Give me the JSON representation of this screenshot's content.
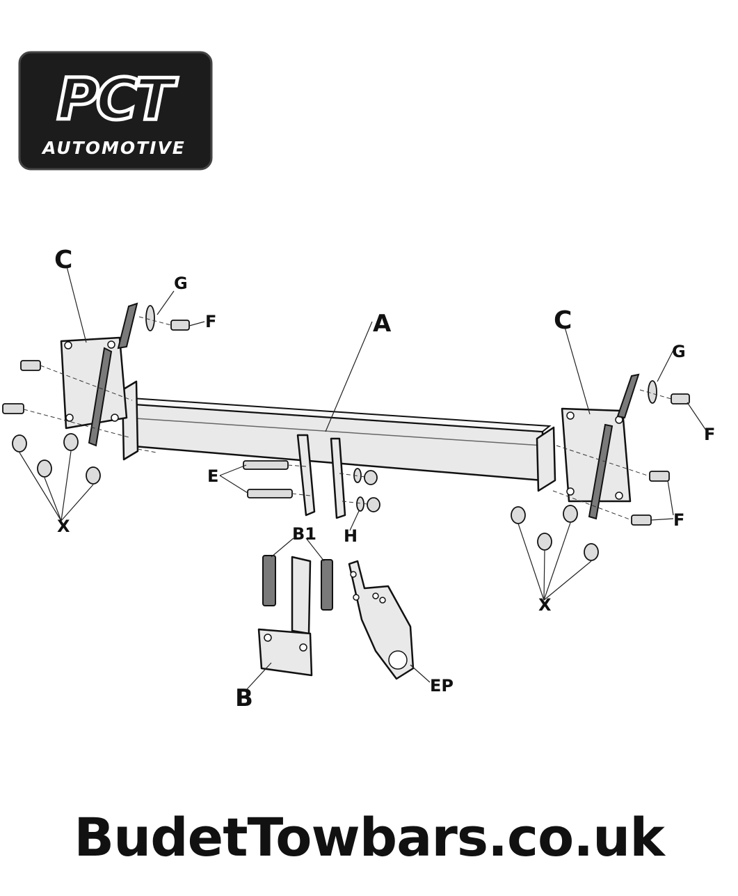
{
  "logo": {
    "brand": "PCT",
    "subtitle": "AUTOMOTIVE"
  },
  "diagram": {
    "labels": {
      "A": "A",
      "B": "B",
      "B1": "B1",
      "C_left": "C",
      "C_right": "C",
      "E": "E",
      "EP": "EP",
      "F_left": "F",
      "F_right_top": "F",
      "F_right_bottom": "F",
      "G_left": "G",
      "G_right": "G",
      "H": "H",
      "X_left": "X",
      "X_right": "X"
    }
  },
  "footer": {
    "url": "BudetTowbars.co.uk"
  }
}
